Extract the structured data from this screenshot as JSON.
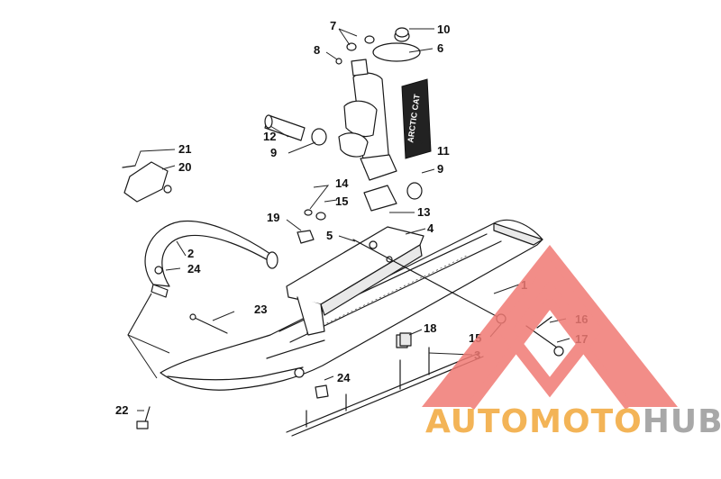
{
  "callouts": [
    {
      "id": "c1",
      "text": "1"
    },
    {
      "id": "c2",
      "text": "2"
    },
    {
      "id": "c3",
      "text": "3"
    },
    {
      "id": "c4",
      "text": "4"
    },
    {
      "id": "c5",
      "text": "5"
    },
    {
      "id": "c6",
      "text": "6"
    },
    {
      "id": "c7",
      "text": "7"
    },
    {
      "id": "c8",
      "text": "8"
    },
    {
      "id": "c9a",
      "text": "9"
    },
    {
      "id": "c9b",
      "text": "9"
    },
    {
      "id": "c10",
      "text": "10"
    },
    {
      "id": "c11",
      "text": "11"
    },
    {
      "id": "c12",
      "text": "12"
    },
    {
      "id": "c13",
      "text": "13"
    },
    {
      "id": "c14",
      "text": "14"
    },
    {
      "id": "c15a",
      "text": "15"
    },
    {
      "id": "c15b",
      "text": "15"
    },
    {
      "id": "c16",
      "text": "16"
    },
    {
      "id": "c17",
      "text": "17"
    },
    {
      "id": "c18",
      "text": "18"
    },
    {
      "id": "c19",
      "text": "19"
    },
    {
      "id": "c20",
      "text": "20"
    },
    {
      "id": "c21",
      "text": "21"
    },
    {
      "id": "c22",
      "text": "22"
    },
    {
      "id": "c23",
      "text": "23"
    },
    {
      "id": "c24a",
      "text": "24"
    },
    {
      "id": "c24b",
      "text": "24"
    }
  ],
  "decal_text": "ARCTIC CAT",
  "watermark": {
    "part1": "AUTO",
    "part2": "MOTO",
    "part3": "HUB",
    "color_primary": "#f2a83a",
    "color_secondary": "#9a9a9a",
    "triangle_color": "#f07a74"
  }
}
